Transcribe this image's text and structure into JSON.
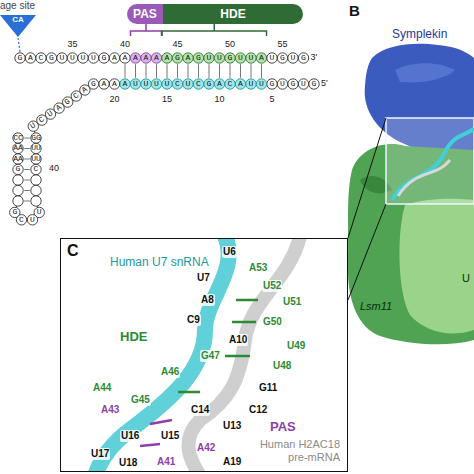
{
  "diagram": {
    "nodes": [
      {
        "text": [
          "age site",
          "CA"
        ]
      },
      {
        "text": [
          "PAS"
        ]
      },
      {
        "text": [
          "HDE"
        ]
      },
      {
        "text": [
          "C"
        ]
      }
    ],
    "labels": [
      "35",
      "40",
      "45",
      "50",
      "55",
      "GACGUUUUGAA",
      "AAA",
      "AGAGUUGUUA",
      "UGUG",
      "3'",
      "GAA",
      "AUUUUCUCGACAUU",
      "GUGUG",
      "5'",
      "20",
      "15",
      "10",
      "5",
      "UCUAGCA",
      "GGUUUUC",
      "CCAAAAG",
      "U",
      "U",
      "C",
      "G",
      "40",
      "B",
      "Symplekin",
      "Lsm11",
      "U",
      "Human U7 snRNA",
      "HDE",
      "PAS",
      "Human H2AC18 pre-mRNA",
      "U6",
      "A53",
      "U7",
      "U52",
      "A8",
      "U51",
      "C9",
      "G50",
      "A10",
      "U49",
      "G47",
      "U48",
      "A46",
      "G11",
      "A44",
      "G45",
      "C12",
      "A43",
      "C14",
      "U13",
      "U16",
      "U15",
      "A42",
      "U17",
      "U18",
      "A41",
      "A19"
    ]
  }
}
